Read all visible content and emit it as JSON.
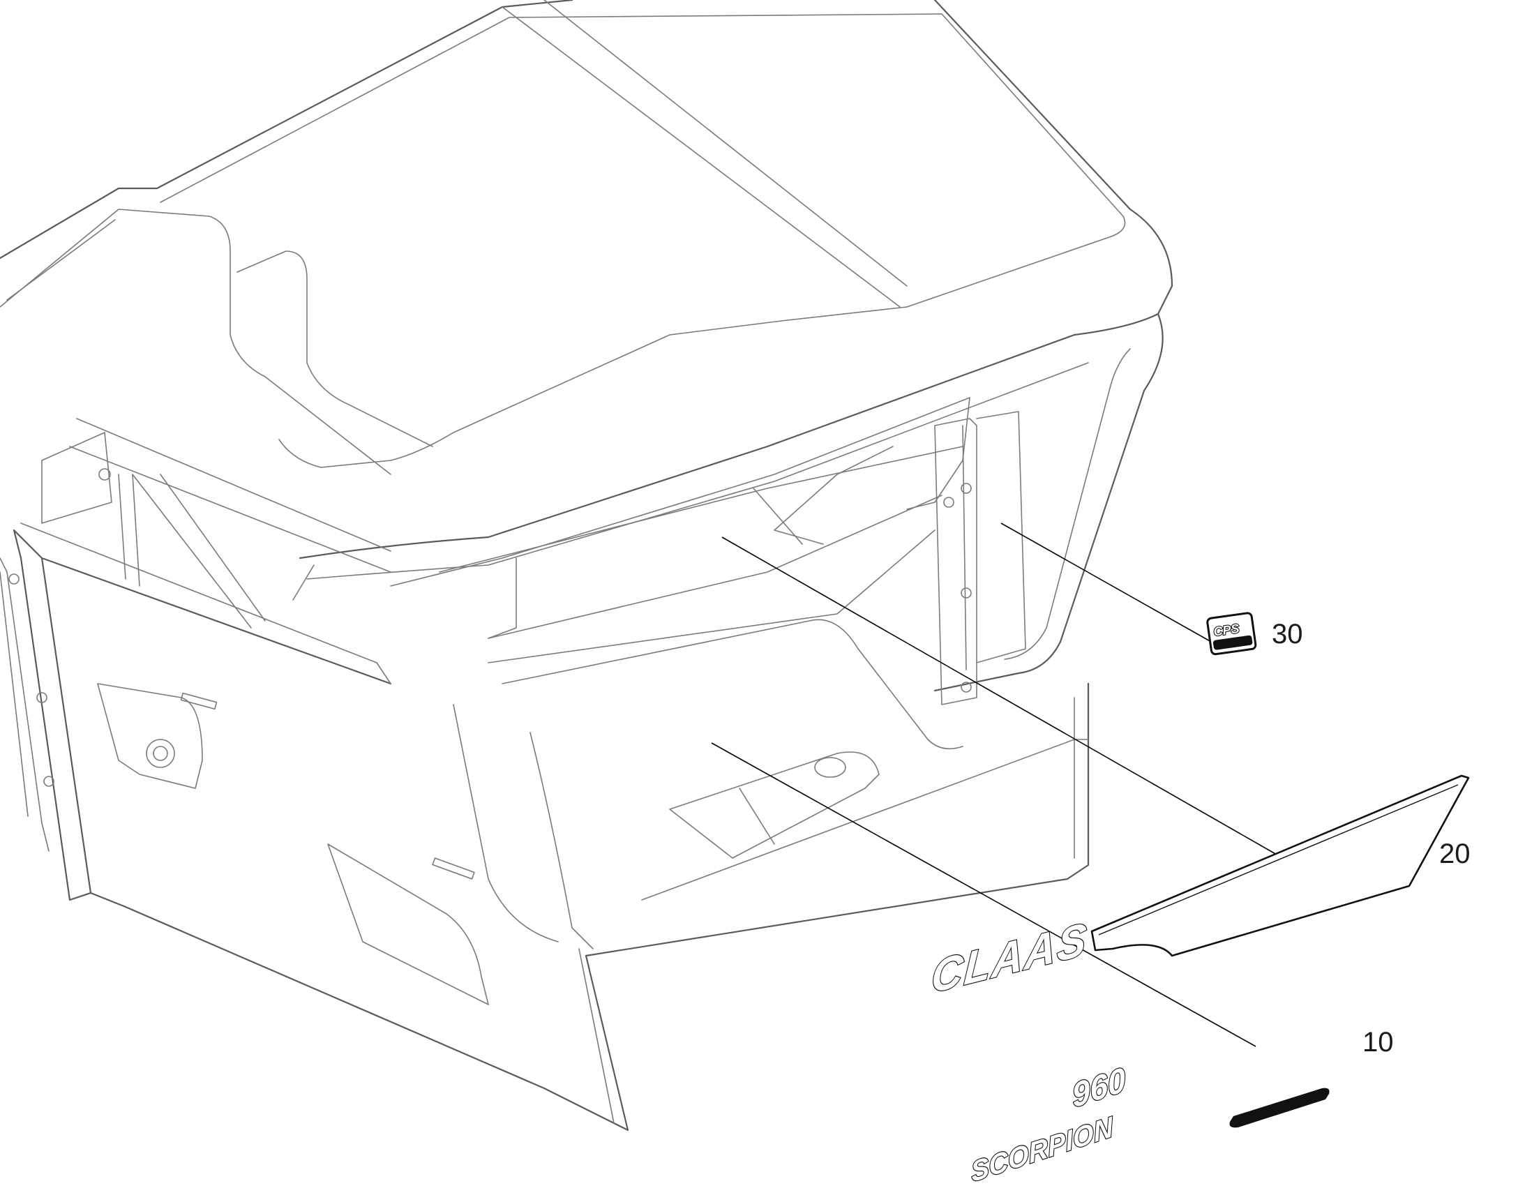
{
  "diagram": {
    "parts": [
      {
        "id": "10",
        "label": "10",
        "decal_text": "960",
        "decal_text_2": "SCORPION",
        "icon": "scorpion-960-decal"
      },
      {
        "id": "20",
        "label": "20",
        "decal_text": "CLAAS",
        "icon": "claas-logo-decal"
      },
      {
        "id": "30",
        "label": "30",
        "decal_text": "CPS",
        "icon": "cps-badge-decal"
      }
    ]
  }
}
